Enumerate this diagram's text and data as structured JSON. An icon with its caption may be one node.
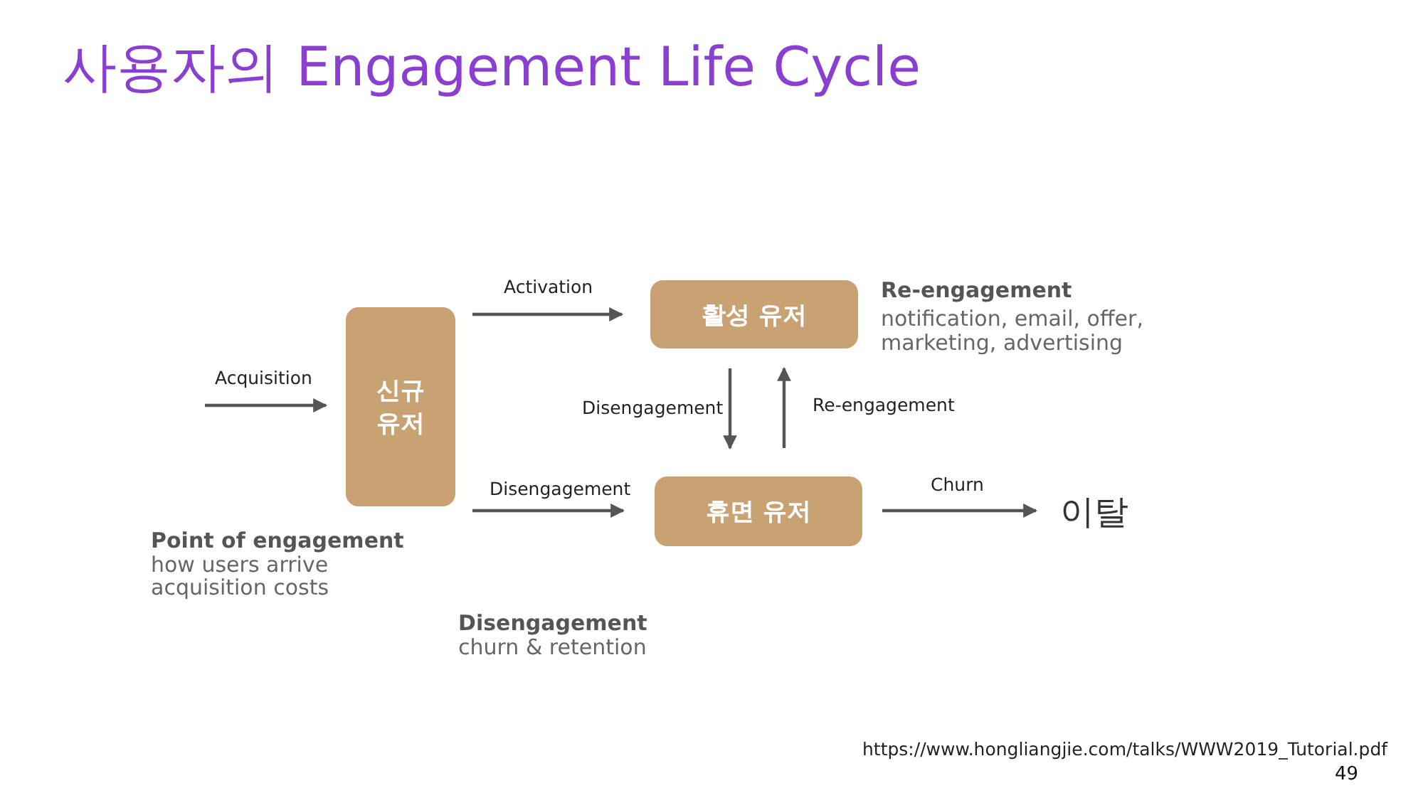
{
  "diagram": {
    "title": "사용자의 Engagement Life Cycle",
    "nodes": [
      {
        "text": [
          "신규 유저"
        ]
      },
      {
        "text": [
          "활성 유저"
        ]
      },
      {
        "text": [
          "휴면 유저"
        ]
      },
      {
        "text": [
          "이탈"
        ]
      }
    ],
    "edges": [
      {
        "from": null,
        "to": 0,
        "arrow": "to",
        "label": "Acquisition"
      },
      {
        "from": 0,
        "to": 1,
        "arrow": "to",
        "label": "Activation"
      },
      {
        "from": 0,
        "to": 2,
        "arrow": "to",
        "label": "Disengagement"
      },
      {
        "from": 1,
        "to": 2,
        "arrow": "to",
        "label": "Disengagement"
      },
      {
        "from": 2,
        "to": 1,
        "arrow": "to",
        "label": "Re-engagement"
      },
      {
        "from": 2,
        "to": 3,
        "arrow": "to",
        "label": "Churn"
      }
    ],
    "labels": [
      "Re-engagement",
      "notification, email, offer, marketing, advertising",
      "Point of engagement",
      "how users arrive",
      "acquisition costs",
      "Disengagement",
      "churn & retention",
      "https://www.hongliangjie.com/talks/WWW2019_Tutorial.pdf",
      "49"
    ]
  }
}
